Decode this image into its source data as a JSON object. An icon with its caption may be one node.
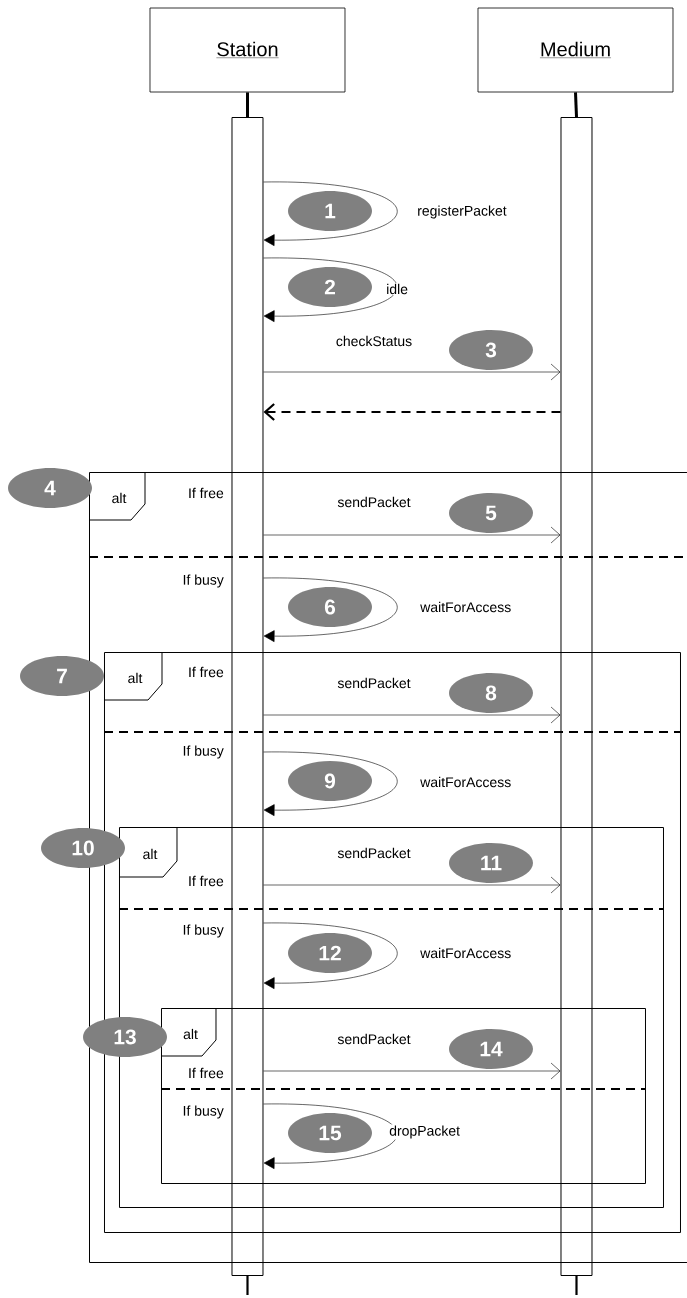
{
  "diagram": {
    "nodes": [
      {
        "text": [
          "Station"
        ]
      },
      {
        "text": [
          "Medium"
        ]
      },
      {
        "text": [],
        "shape": "bar"
      },
      {
        "text": [],
        "shape": "bar"
      },
      {
        "text": [
          "1"
        ]
      },
      {
        "text": [
          "2"
        ]
      },
      {
        "text": [
          "3"
        ]
      },
      {
        "text": [
          "alt",
          "If free",
          "If busy"
        ]
      },
      {
        "text": [
          "4"
        ]
      },
      {
        "text": [
          "5"
        ],
        "in": 7
      },
      {
        "text": [
          "6"
        ],
        "in": 7
      },
      {
        "text": [
          "alt",
          "If free",
          "If busy"
        ],
        "in": 7
      },
      {
        "text": [
          "7"
        ]
      },
      {
        "text": [
          "8"
        ],
        "in": 11
      },
      {
        "text": [
          "9"
        ],
        "in": 11
      },
      {
        "text": [
          "alt",
          "If free",
          "If busy"
        ],
        "in": 11
      },
      {
        "text": [
          "10"
        ]
      },
      {
        "text": [
          "11"
        ],
        "in": 15
      },
      {
        "text": [
          "12"
        ],
        "in": 15
      },
      {
        "text": [
          "alt",
          "If free",
          "If busy"
        ],
        "in": 15
      },
      {
        "text": [
          "13"
        ]
      },
      {
        "text": [
          "14"
        ],
        "in": 19
      },
      {
        "text": [
          "15"
        ],
        "in": 19
      }
    ],
    "edges": [
      {
        "from": 0,
        "to": 2,
        "arrow": "none",
        "style": "thick"
      },
      {
        "from": 1,
        "to": 3,
        "arrow": "none",
        "style": "thick"
      },
      {
        "from": 2,
        "to": 2,
        "arrow": "to",
        "label": "registerPacket"
      },
      {
        "from": 2,
        "to": 2,
        "arrow": "to",
        "label": "idle"
      },
      {
        "from": 2,
        "to": 3,
        "arrow": "to",
        "label": "checkStatus"
      },
      {
        "from": 3,
        "to": 2,
        "arrow": "to",
        "style": "dashed"
      },
      {
        "from": 2,
        "to": 3,
        "arrow": "to",
        "label": "sendPacket"
      },
      {
        "from": 2,
        "to": 2,
        "arrow": "to",
        "label": "waitForAccess"
      },
      {
        "from": 2,
        "to": 3,
        "arrow": "to",
        "label": "sendPacket"
      },
      {
        "from": 2,
        "to": 2,
        "arrow": "to",
        "label": "waitForAccess"
      },
      {
        "from": 2,
        "to": 3,
        "arrow": "to",
        "label": "sendPacket"
      },
      {
        "from": 2,
        "to": 2,
        "arrow": "to",
        "label": "waitForAccess"
      },
      {
        "from": 2,
        "to": 3,
        "arrow": "to",
        "label": "sendPacket"
      },
      {
        "from": 2,
        "to": 2,
        "arrow": "to",
        "label": "dropPacket"
      }
    ]
  }
}
